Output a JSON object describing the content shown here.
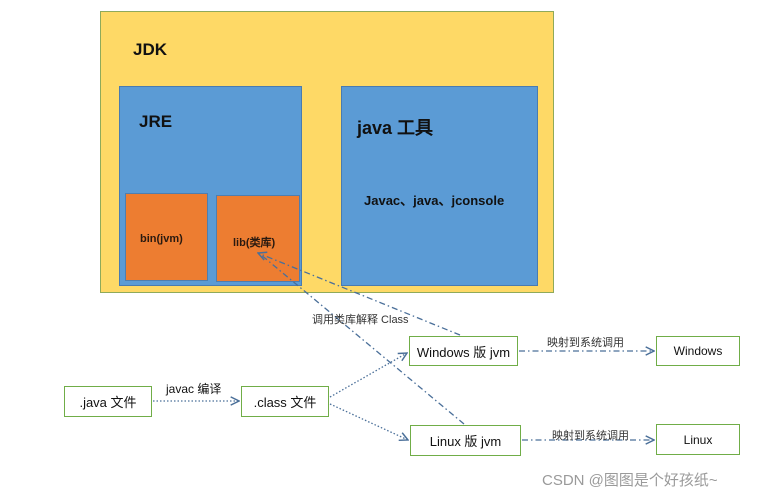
{
  "diagram": {
    "jdk": {
      "title": "JDK"
    },
    "jre": {
      "title": "JRE",
      "bin": "bin(jvm)",
      "lib": "lib(类库)"
    },
    "tools": {
      "title": "java 工具",
      "list": "Javac、java、jconsole"
    },
    "nodes": {
      "java_file": ".java 文件",
      "class_file": ".class 文件",
      "windows_jvm": "Windows 版 jvm",
      "linux_jvm": "Linux 版 jvm",
      "windows_os": "Windows",
      "linux_os": "Linux"
    },
    "edges": {
      "compile": "javac 编译",
      "call_lib": "调用类库解释 Class",
      "map_windows": "映射到系统调用",
      "map_linux": "映射到系统调用"
    },
    "colors": {
      "jdk_fill": "#fed966",
      "jre_fill": "#5b9bd5",
      "component_fill": "#ed7d31",
      "node_border": "#70ad47",
      "arrow": "#4a6f99"
    }
  },
  "watermark": "CSDN @图图是个好孩纸~"
}
